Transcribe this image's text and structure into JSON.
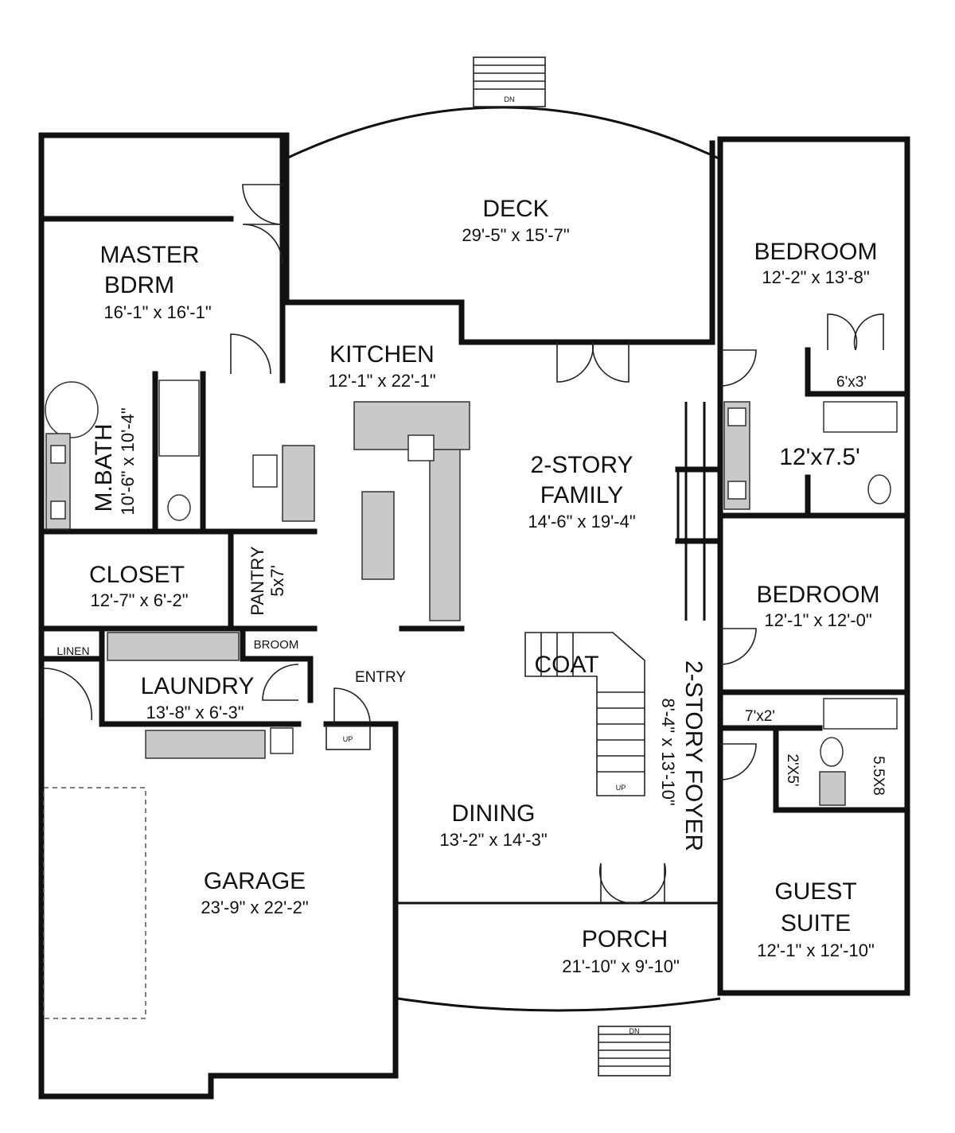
{
  "rooms": {
    "deck": {
      "name": "DECK",
      "dim": "29'-5\" x 15'-7\""
    },
    "master": {
      "name1": "MASTER",
      "name2": "BDRM",
      "dim": "16'-1\" x 16'-1\""
    },
    "bedroom_top": {
      "name": "BEDROOM",
      "dim": "12'-2\" x 13'-8\""
    },
    "kitchen": {
      "name": "KITCHEN",
      "dim": "12'-1\" x 22'-1\""
    },
    "family": {
      "name1": "2-STORY",
      "name2": "FAMILY",
      "dim": "14'-6\" x 19'-4\""
    },
    "mbath": {
      "name": "M.BATH",
      "dim": "10'-6\" x 10'-4\""
    },
    "closet": {
      "name": "CLOSET",
      "dim": "12'-7\" x 6'-2\""
    },
    "pantry": {
      "name": "PANTRY",
      "dim": "5x7'"
    },
    "bedroom_mid": {
      "name": "BEDROOM",
      "dim": "12'-1\" x 12'-0\""
    },
    "bath_top": {
      "dim": "12'x7.5'"
    },
    "closet_6x3": {
      "dim": "6'x3'"
    },
    "linen": {
      "name": "LINEN"
    },
    "broom": {
      "name": "BROOM"
    },
    "laundry": {
      "name": "LAUNDRY",
      "dim": "13'-8\" x 6'-3\""
    },
    "entry": {
      "name": "ENTRY"
    },
    "coat": {
      "name": "COAT"
    },
    "foyer": {
      "name": "2-STORY FOYER",
      "dim": "8'-4\" x 13'-10\""
    },
    "closet_7x2": {
      "dim": "7'x2'"
    },
    "closet_2x5": {
      "dim": "2'X5'"
    },
    "bath_55x8": {
      "dim": "5.5X8"
    },
    "dining": {
      "name": "DINING",
      "dim": "13'-2\" x 14'-3\""
    },
    "garage": {
      "name": "GARAGE",
      "dim": "23'-9\" x 22'-2\""
    },
    "guest": {
      "name1": "GUEST",
      "name2": "SUITE",
      "dim": "12'-1\" x 12'-10\""
    },
    "porch": {
      "name": "PORCH",
      "dim": "21'-10\" x 9'-10\""
    }
  },
  "stairs": {
    "up": "UP",
    "dn": "DN"
  }
}
